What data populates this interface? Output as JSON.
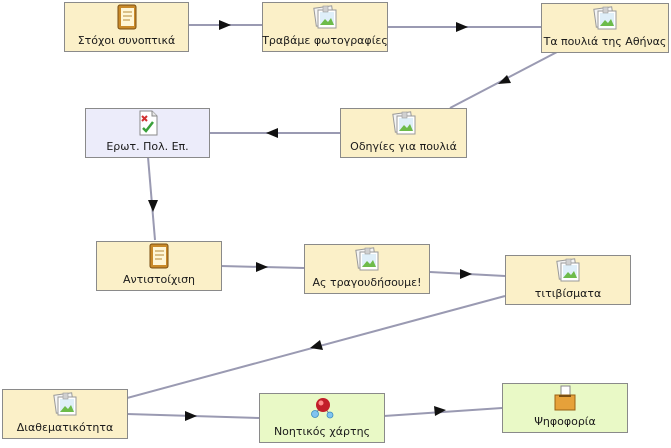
{
  "nodes": {
    "n1": {
      "label": "Στόχοι συνοπτικά"
    },
    "n2": {
      "label": "Τραβάμε φωτογραφίες"
    },
    "n3": {
      "label": "Τα πουλιά της Αθήνας"
    },
    "n4": {
      "label": "Οδηγίες για πουλιά"
    },
    "n5": {
      "label": "Ερωτ. Πολ. Επ."
    },
    "n6": {
      "label": "Αντιστοίχιση"
    },
    "n7": {
      "label": "Ας τραγουδήσουμε!"
    },
    "n8": {
      "label": "τιτιβίσματα"
    },
    "n9": {
      "label": "Διαθεματικότητα"
    },
    "n10": {
      "label": "Νοητικός χάρτης"
    },
    "n11": {
      "label": "Ψηφοφορία"
    }
  },
  "colors": {
    "edge": "#9a9ab2",
    "arrow": "#111111",
    "node_yellow": "#fbf0c8",
    "node_lavender": "#ececfa",
    "node_green": "#e9f9c6"
  }
}
